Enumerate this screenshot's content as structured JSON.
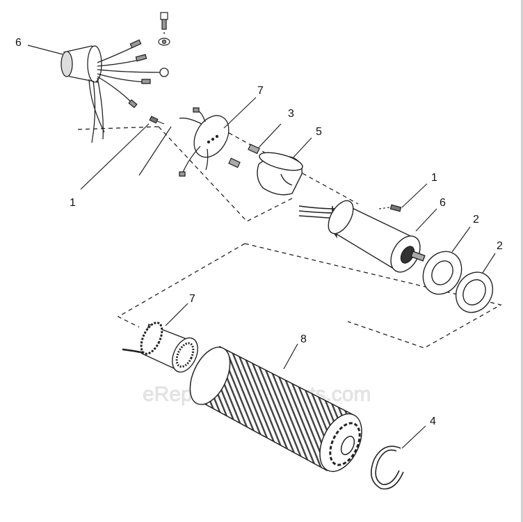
{
  "watermark": "eReplacementParts.com",
  "labels": {
    "wiring_harness": "6",
    "stator_plate": "7",
    "set_screw": "3",
    "bearing_sleeve": "5",
    "screw_left": "1",
    "screw_right": "1",
    "motor_assembly": "6",
    "washer_a": "2",
    "washer_b": "2",
    "brake_hub": "7",
    "rotor_drum": "8",
    "retaining_ring": "4"
  }
}
